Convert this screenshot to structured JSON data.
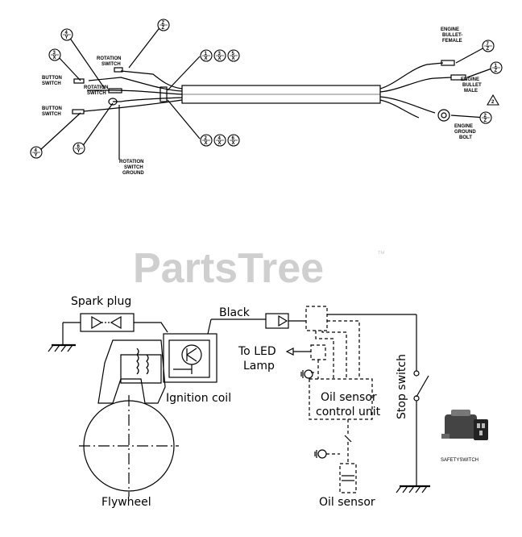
{
  "watermark": {
    "text": "PartsTree",
    "tm": "™"
  },
  "harness": {
    "labels": {
      "rotation_switch_top": [
        "ROTATION",
        "SWITCH"
      ],
      "button_switch_1": [
        "BUTTON",
        "SWITCH"
      ],
      "rotation_switch_mid": [
        "ROTATION",
        "SWITCH"
      ],
      "button_switch_2": [
        "BUTTON",
        "SWITCH"
      ],
      "rotation_switch_ground": [
        "ROTATION",
        "SWITCH",
        "GROUND"
      ],
      "engine_bullet_female": [
        "ENGINE",
        "BULLET-",
        "FEMALE"
      ],
      "engine_bullet_male": [
        "ENGINE",
        "BULLET",
        "MALE"
      ],
      "engine_ground_bolt": [
        "ENGINE",
        "GROUND",
        "BOLT"
      ]
    },
    "callouts": {
      "c_top": [
        "Z",
        "Z"
      ],
      "c_left1": [
        "3",
        "X"
      ],
      "c_left_top": [
        "4",
        "Y"
      ],
      "c_left_bottom": [
        "4",
        "Y"
      ],
      "c_mid_left": [
        "6",
        "Y"
      ],
      "c_group_top": [
        [
          "1",
          "X"
        ],
        [
          "3",
          "X"
        ],
        [
          "5",
          "X"
        ]
      ],
      "c_group_bottom": [
        [
          "2",
          "X"
        ],
        [
          "4",
          "X"
        ],
        [
          "6",
          "X"
        ]
      ],
      "c_right_top": [
        "7",
        "Z"
      ],
      "c_right_mid": [
        "1",
        "Z"
      ],
      "c_right_bottom": [
        "2",
        "Z"
      ],
      "tri": "2"
    }
  },
  "schematic": {
    "spark_plug": "Spark plug",
    "black": "Black",
    "to_led_1": "To LED",
    "to_led_2": "Lamp",
    "ignition_coil": "Ignition coil",
    "oil_sensor_unit_1": "Oil sensor",
    "oil_sensor_unit_2": "control unit",
    "stop_switch": "Stop switch",
    "flywheel": "Flywheel",
    "oil_sensor": "Oil sensor",
    "safety_switch": "SAFETYSWITCH"
  }
}
